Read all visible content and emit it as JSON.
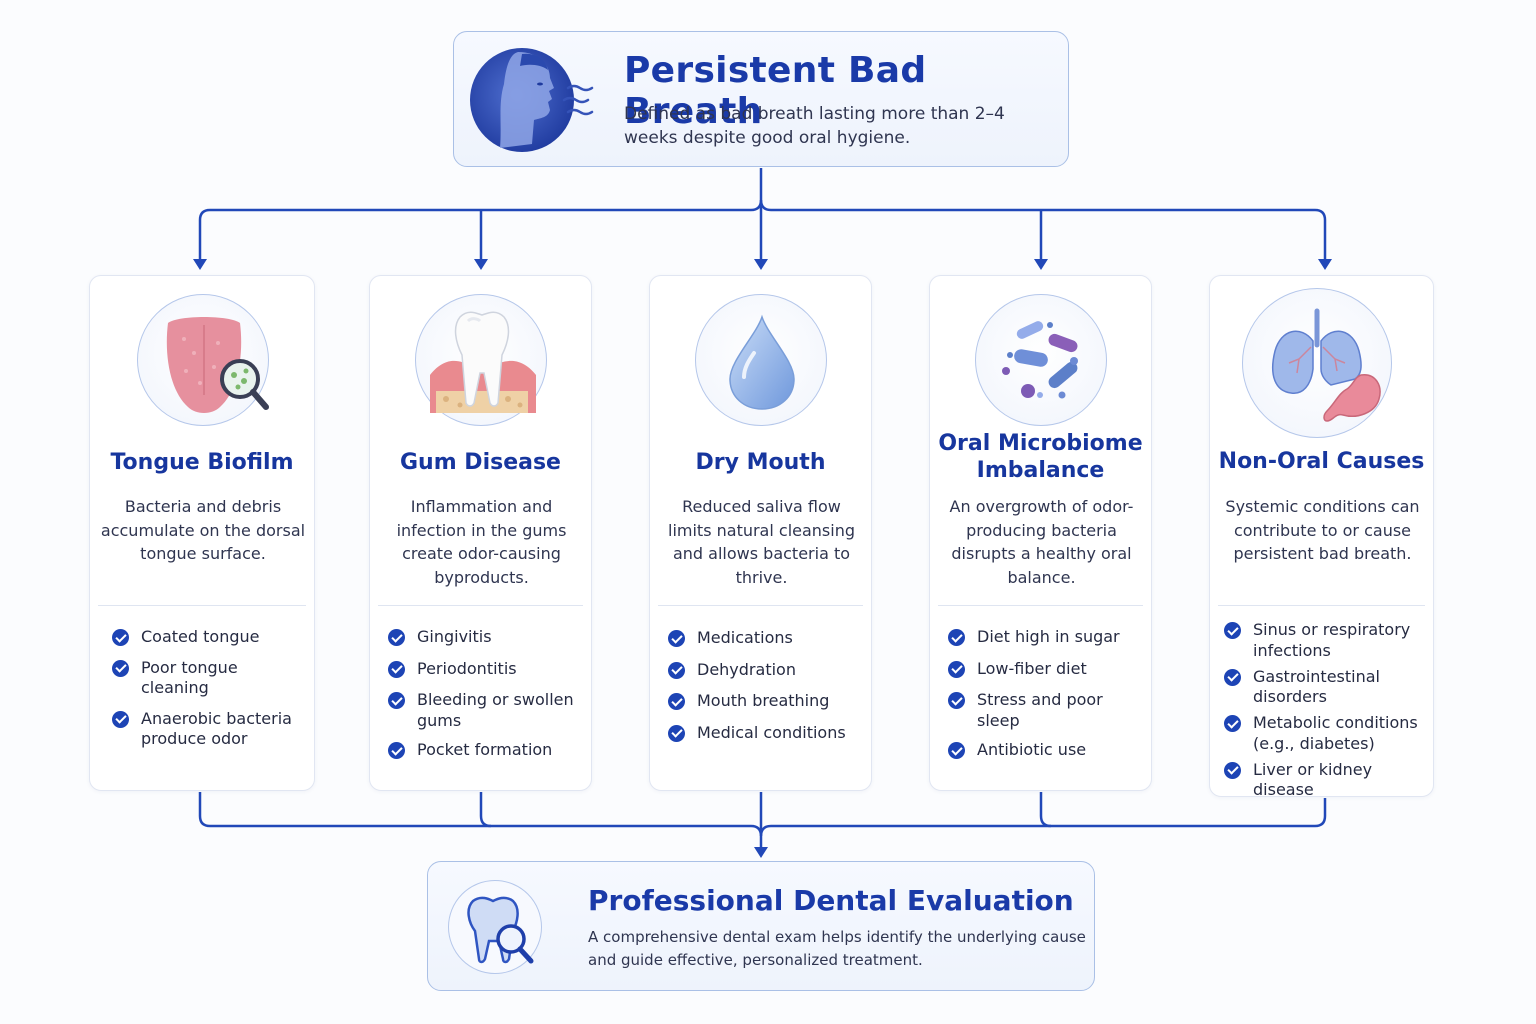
{
  "top": {
    "title": "Persistent Bad Breath",
    "description": "Defined as bad breath lasting more than 2–4 weeks despite good oral hygiene.",
    "icon": "exhaling-face-icon"
  },
  "cards": [
    {
      "title": "Tongue Biofilm",
      "description": "Bacteria and debris accumulate on the dorsal tongue surface.",
      "icon": "tongue-magnifier-icon",
      "items": [
        "Coated tongue",
        "Poor tongue cleaning",
        "Anaerobic bacteria produce odor"
      ]
    },
    {
      "title": "Gum Disease",
      "description": "Inflammation and infection in the gums create odor-causing byproducts.",
      "icon": "tooth-gum-icon",
      "items": [
        "Gingivitis",
        "Periodontitis",
        "Bleeding or swollen gums",
        "Pocket formation"
      ]
    },
    {
      "title": "Dry Mouth",
      "description": "Reduced saliva flow limits natural cleansing and allows bacteria to thrive.",
      "icon": "water-drop-icon",
      "items": [
        "Medications",
        "Dehydration",
        "Mouth breathing",
        "Medical conditions"
      ]
    },
    {
      "title": "Oral Microbiome Imbalance",
      "description": "An overgrowth of odor-producing bacteria disrupts a healthy oral balance.",
      "icon": "bacteria-icon",
      "items": [
        "Diet high in sugar",
        "Low-fiber diet",
        "Stress and poor sleep",
        "Antibiotic use"
      ]
    },
    {
      "title": "Non-Oral Causes",
      "description": "Systemic conditions can contribute to or cause persistent bad breath.",
      "icon": "lungs-stomach-icon",
      "items": [
        "Sinus or respiratory infections",
        "Gastrointestinal disorders",
        "Metabolic conditions (e.g., diabetes)",
        "Liver or kidney disease"
      ]
    }
  ],
  "bottom": {
    "title": "Professional Dental Evaluation",
    "description": "A comprehensive dental exam helps identify the underlying cause and guide effective, personalized treatment.",
    "icon": "tooth-magnifier-icon"
  },
  "colors": {
    "accent": "#1a3aa8",
    "connector": "#2148b8",
    "border": "#aac0e6",
    "check": "#1d44b5"
  }
}
